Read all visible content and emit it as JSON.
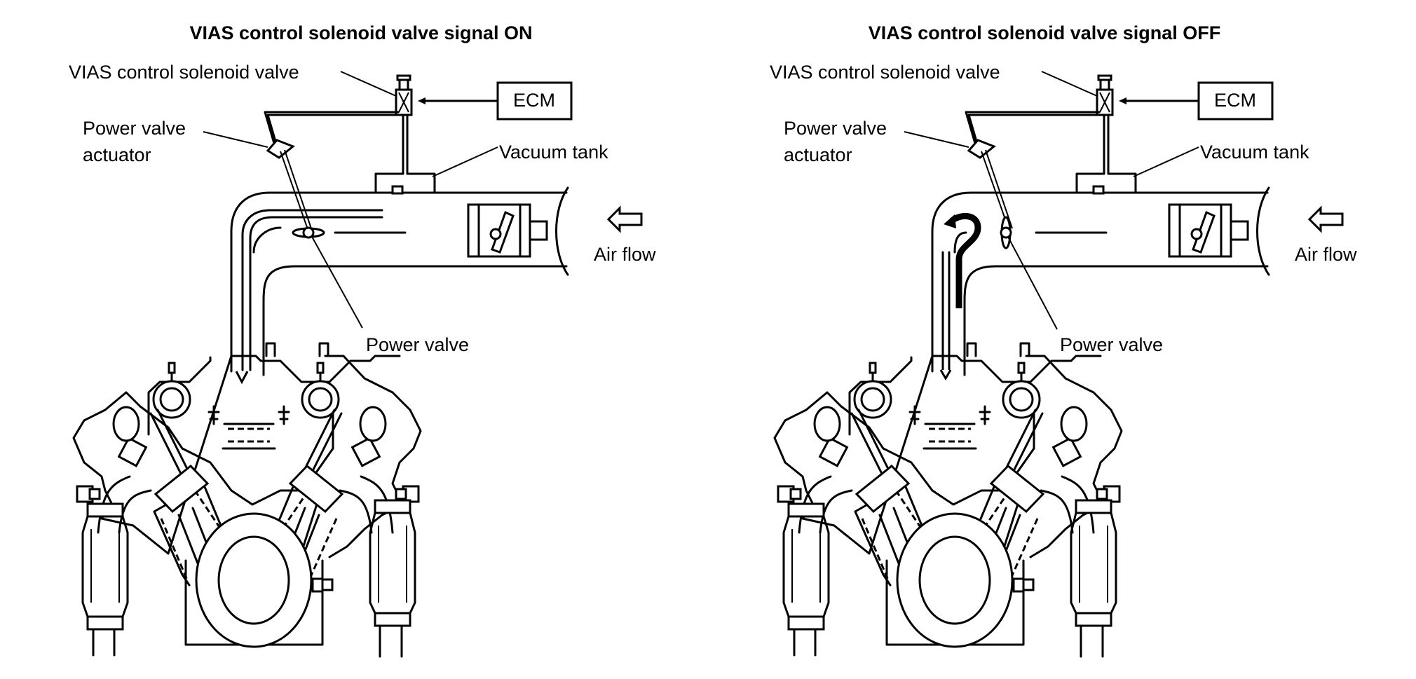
{
  "panels": [
    {
      "id": "on",
      "title": "VIAS control solenoid valve signal ON",
      "labels": {
        "solenoid": "VIAS control solenoid valve",
        "ecm": "ECM",
        "actuator_line1": "Power valve",
        "actuator_line2": "actuator",
        "vacuum_tank": "Vacuum tank",
        "air_flow": "Air flow",
        "power_valve": "Power valve"
      },
      "power_valve_state": "closed",
      "flow_path": "long"
    },
    {
      "id": "off",
      "title": "VIAS control solenoid valve signal OFF",
      "labels": {
        "solenoid": "VIAS control solenoid valve",
        "ecm": "ECM",
        "actuator_line1": "Power valve",
        "actuator_line2": "actuator",
        "vacuum_tank": "Vacuum tank",
        "air_flow": "Air flow",
        "power_valve": "Power valve"
      },
      "power_valve_state": "open",
      "flow_path": "short"
    }
  ],
  "colors": {
    "line": "#000000",
    "background": "#ffffff"
  }
}
